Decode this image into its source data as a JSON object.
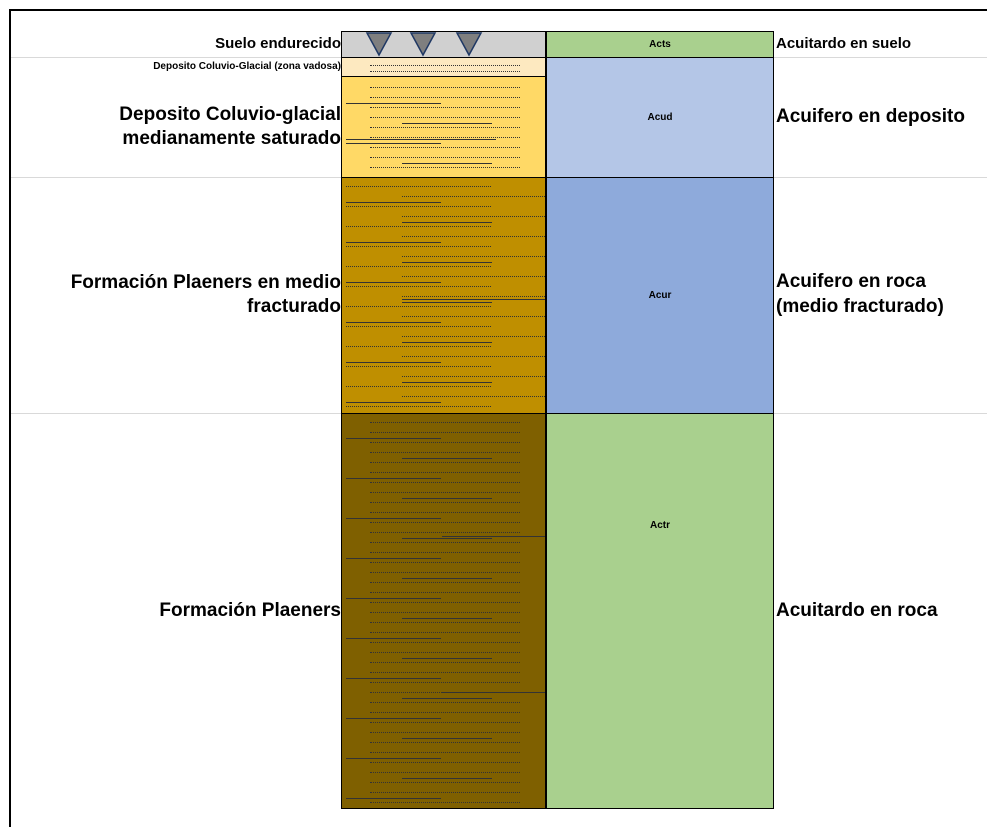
{
  "colors": {
    "soil": "#d0d0d0",
    "vadose": "#fde9c0",
    "deposit": "#ffd966",
    "fractured_rock": "#bf8f00",
    "rock": "#7f6000",
    "aquitard": "#a9d08e",
    "aquifer_deposit": "#b4c6e7",
    "aquifer_rock": "#8eaadb"
  },
  "layers": [
    {
      "left_label": "Suelo endurecido",
      "code": "Acts",
      "right_label": "Acuitardo en suelo"
    },
    {
      "left_label": "Deposito Coluvio-Glacial (zona vadosa)"
    },
    {
      "left_label": "Deposito Coluvio-glacial\nmedianamente saturado",
      "code": "Acud",
      "right_label": "Acuifero en deposito"
    },
    {
      "left_label": "Formación Plaeners en medio\nfracturado",
      "code": "Acur",
      "right_label": "Acuifero en roca\n(medio fracturado)"
    },
    {
      "left_label": "Formación Plaeners",
      "code": "Actr",
      "right_label": "Acuitardo en roca"
    }
  ],
  "icons": [
    "water-table-triangle-icon"
  ]
}
